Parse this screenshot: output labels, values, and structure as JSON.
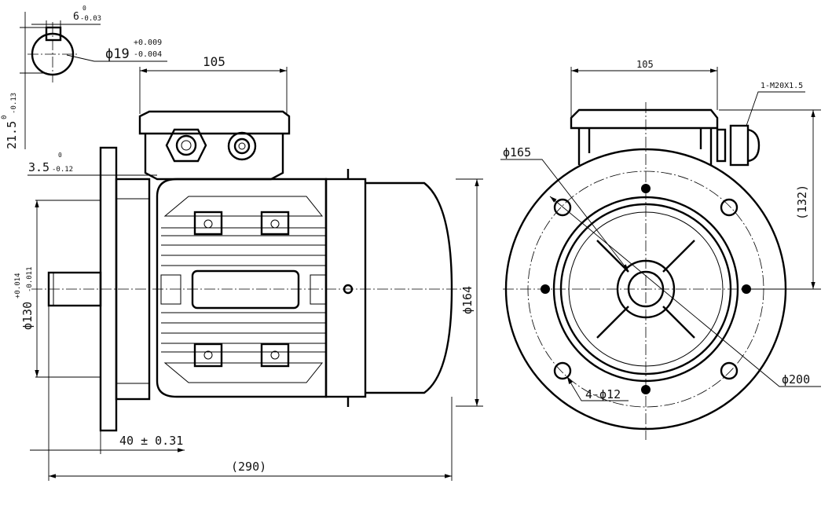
{
  "title": "Motor outline dimension drawing",
  "shaft_section": {
    "key_width": "6",
    "key_width_tol_upper": "0",
    "key_width_tol_lower": "-0.03",
    "shaft_dia": "ϕ19",
    "shaft_dia_tol_upper": "+0.009",
    "shaft_dia_tol_lower": "-0.004"
  },
  "side_view": {
    "key_height": "21.5",
    "key_height_tol_upper": "0",
    "key_height_tol_lower": "-0.13",
    "flange_step": "3.5",
    "flange_step_tol_upper": "0",
    "flange_step_tol_lower": "-0.12",
    "spigot_dia": "ϕ130",
    "spigot_dia_tol_upper": "+0.014",
    "spigot_dia_tol_lower": "-0.011",
    "terminal_box_width": "105",
    "body_dia": "ϕ164",
    "shaft_length": "40 ± 0.31",
    "overall_length": "(290)"
  },
  "end_view": {
    "terminal_box_width": "105",
    "cable_gland": "1-M20X1.5",
    "bolt_circle": "ϕ165",
    "height_to_center": "(132)",
    "flange_dia": "ϕ200",
    "holes": "4-ϕ12"
  }
}
